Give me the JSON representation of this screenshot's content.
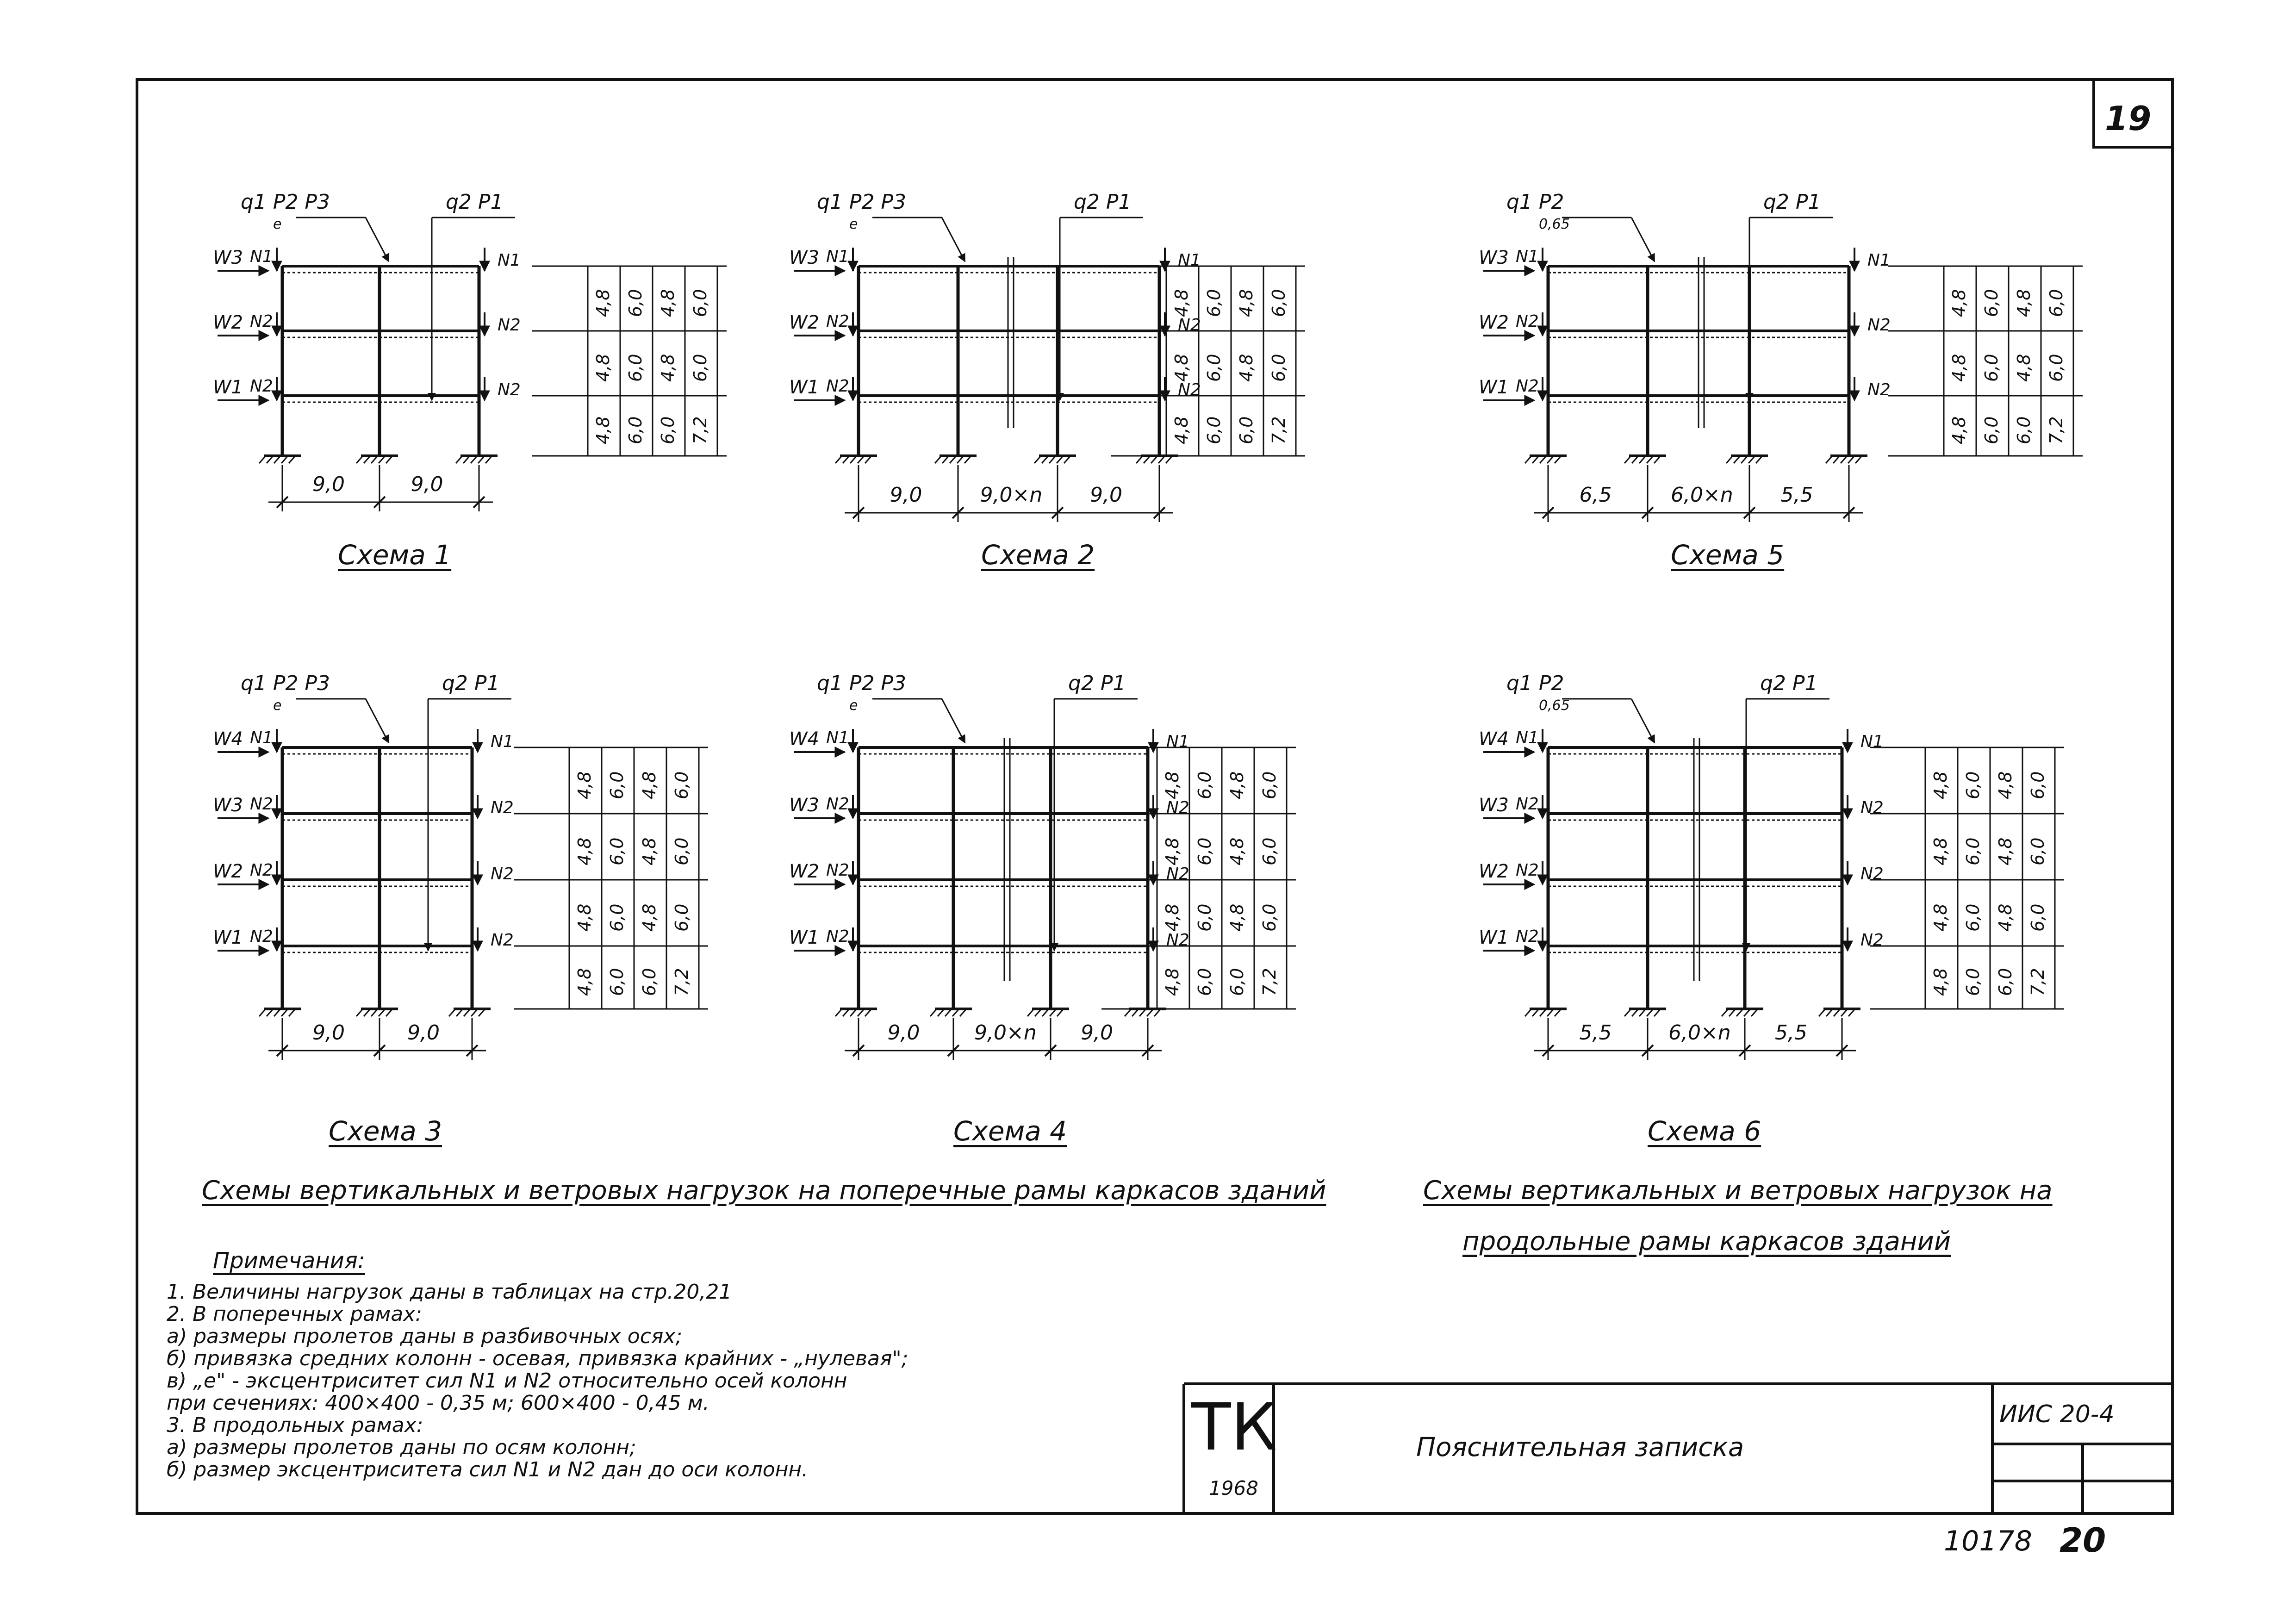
{
  "sheet": {
    "page_number": "19",
    "bottom_code": "10178",
    "bottom_page": "20"
  },
  "schemes": [
    {
      "caption": "Схема 1",
      "top_loads": [
        "q1 P2 P3",
        "q2 P1"
      ],
      "eccentricity": "e",
      "wind": [
        "W3",
        "W2",
        "W1"
      ],
      "forces": [
        "N1",
        "N2",
        "N2"
      ],
      "spans": [
        "9,0",
        "9,0"
      ],
      "dim_cols": [
        [
          "4,8",
          "4,8",
          "4,8"
        ],
        [
          "6,0",
          "6,0",
          "6,0"
        ],
        [
          "4,8",
          "4,8",
          "6,0"
        ],
        [
          "6,0",
          "6,0",
          "7,2"
        ]
      ]
    },
    {
      "caption": "Схема 2",
      "top_loads": [
        "q1 P2 P3",
        "q2 P1"
      ],
      "eccentricity": "e",
      "wind": [
        "W3",
        "W2",
        "W1"
      ],
      "forces": [
        "N1",
        "N2",
        "N2"
      ],
      "spans": [
        "9,0",
        "9,0×n",
        "9,0"
      ],
      "dim_cols": [
        [
          "4,8",
          "4,8",
          "4,8"
        ],
        [
          "6,0",
          "6,0",
          "6,0"
        ],
        [
          "4,8",
          "4,8",
          "6,0"
        ],
        [
          "6,0",
          "6,0",
          "7,2"
        ]
      ]
    },
    {
      "caption": "Схема 5",
      "top_loads": [
        "q1 P2",
        "q2 P1"
      ],
      "eccentricity": "0,65",
      "wind": [
        "W3",
        "W2",
        "W1"
      ],
      "forces": [
        "N1",
        "N2",
        "N2"
      ],
      "spans": [
        "6,5",
        "6,0×n",
        "5,5"
      ],
      "dim_cols": [
        [
          "4,8",
          "4,8",
          "4,8"
        ],
        [
          "6,0",
          "6,0",
          "6,0"
        ],
        [
          "4,8",
          "4,8",
          "6,0"
        ],
        [
          "6,0",
          "6,0",
          "7,2"
        ]
      ]
    },
    {
      "caption": "Схема 3",
      "top_loads": [
        "q1 P2 P3",
        "q2 P1"
      ],
      "eccentricity": "e",
      "wind": [
        "W4",
        "W3",
        "W2",
        "W1"
      ],
      "forces": [
        "N1",
        "N2",
        "N2",
        "N2"
      ],
      "spans": [
        "9,0",
        "9,0"
      ],
      "dim_cols": [
        [
          "4,8",
          "4,8",
          "4,8",
          "4,8"
        ],
        [
          "6,0",
          "6,0",
          "6,0",
          "6,0"
        ],
        [
          "4,8",
          "4,8",
          "4,8",
          "6,0"
        ],
        [
          "6,0",
          "6,0",
          "6,0",
          "7,2"
        ]
      ]
    },
    {
      "caption": "Схема 4",
      "top_loads": [
        "q1 P2 P3",
        "q2 P1"
      ],
      "eccentricity": "e",
      "wind": [
        "W4",
        "W3",
        "W2",
        "W1"
      ],
      "forces": [
        "N1",
        "N2",
        "N2",
        "N2"
      ],
      "spans": [
        "9,0",
        "9,0×n",
        "9,0"
      ],
      "dim_cols": [
        [
          "4,8",
          "4,8",
          "4,8",
          "4,8"
        ],
        [
          "6,0",
          "6,0",
          "6,0",
          "6,0"
        ],
        [
          "4,8",
          "4,8",
          "4,8",
          "6,0"
        ],
        [
          "6,0",
          "6,0",
          "6,0",
          "7,2"
        ]
      ]
    },
    {
      "caption": "Схема 6",
      "top_loads": [
        "q1 P2",
        "q2 P1"
      ],
      "eccentricity": "0,65",
      "wind": [
        "W4",
        "W3",
        "W2",
        "W1"
      ],
      "forces": [
        "N1",
        "N2",
        "N2",
        "N2"
      ],
      "spans": [
        "5,5",
        "6,0×n",
        "5,5"
      ],
      "dim_cols": [
        [
          "4,8",
          "4,8",
          "4,8",
          "4,8"
        ],
        [
          "6,0",
          "6,0",
          "6,0",
          "6,0"
        ],
        [
          "4,8",
          "4,8",
          "4,8",
          "6,0"
        ],
        [
          "6,0",
          "6,0",
          "6,0",
          "7,2"
        ]
      ]
    }
  ],
  "titles": {
    "transverse": "Схемы вертикальных и ветровых нагрузок на поперечные рамы каркасов зданий",
    "longitudinal_line1": "Схемы вертикальных и ветровых нагрузок на",
    "longitudinal_line2": "продольные рамы каркасов зданий"
  },
  "notes": {
    "heading": "Примечания:",
    "lines": [
      "1.  Величины нагрузок даны в таблицах на стр.20,21",
      "2.  В поперечных рамах:",
      "     а) размеры пролетов даны в разбивочных осях;",
      "     б) привязка средних колонн - осевая, привязка крайних - „нулевая\";",
      "     в) „е\" - эксцентриситет сил N1 и N2 относительно осей колонн",
      "     при сечениях: 400×400 - 0,35 м; 600×400 - 0,45 м.",
      "3.  В продольных рамах:",
      "     а) размеры пролетов даны по осям колонн;",
      "     б) размер эксцентриситета сил N1 и N2 дан до оси колонн."
    ]
  },
  "title_block": {
    "org": "ТК",
    "year": "1968",
    "doc_title": "Пояснительная записка",
    "doc_code": "ИИС 20-4"
  },
  "colors": {
    "ink": "#111111",
    "paper": "#ffffff"
  }
}
